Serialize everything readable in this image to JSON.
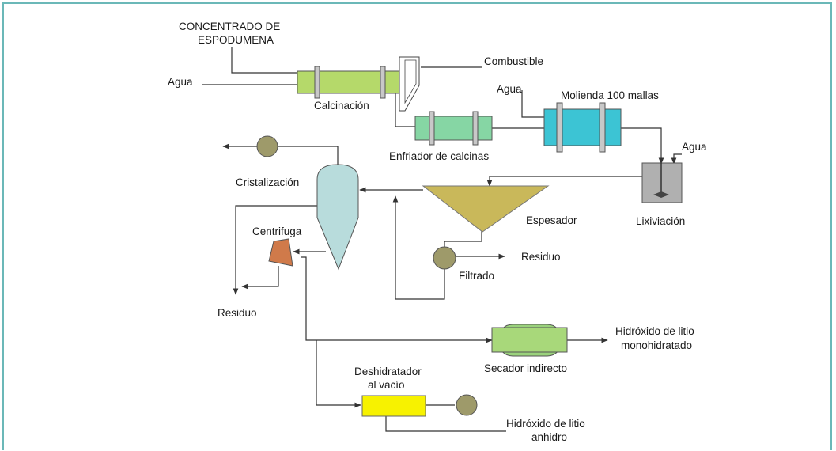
{
  "diagram": {
    "feed_line1": "CONCENTRADO DE",
    "feed_line2": "ESPODUMENA",
    "agua1": "Agua",
    "combustible": "Combustible",
    "calcinacion": "Calcinación",
    "agua2": "Agua",
    "molienda": "Molienda 100 mallas",
    "enfriador": "Enfriador de calcinas",
    "agua3": "Agua",
    "lixiviacion": "Lixiviación",
    "cristalizacion": "Cristalización",
    "espesador": "Espesador",
    "centrifuga": "Centrifuga",
    "residuo1": "Residuo",
    "filtrado": "Filtrado",
    "residuo2": "Residuo",
    "hidroxido_mono_line1": "Hidróxido de litio",
    "hidroxido_mono_line2": "monohidratado",
    "secador": "Secador indirecto",
    "deshidratador_line1": "Deshidratador",
    "deshidratador_line2": "al vacío",
    "hidroxido_anh_line1": "Hidróxido de litio",
    "hidroxido_anh_line2": "anhidro"
  },
  "colors": {
    "frame": "#6bb8b8",
    "kiln": "#b5d96a",
    "cooler": "#86d6a4",
    "mill": "#3cc4d4",
    "tank": "#b0b0b0",
    "thickener": "#c9b85a",
    "crystallizer": "#b8dcdc",
    "centrifuge": "#d07a4a",
    "pump": "#9e9a6a",
    "dryer": "#9ad27c",
    "vacuum_dryer": "#f7f200"
  }
}
